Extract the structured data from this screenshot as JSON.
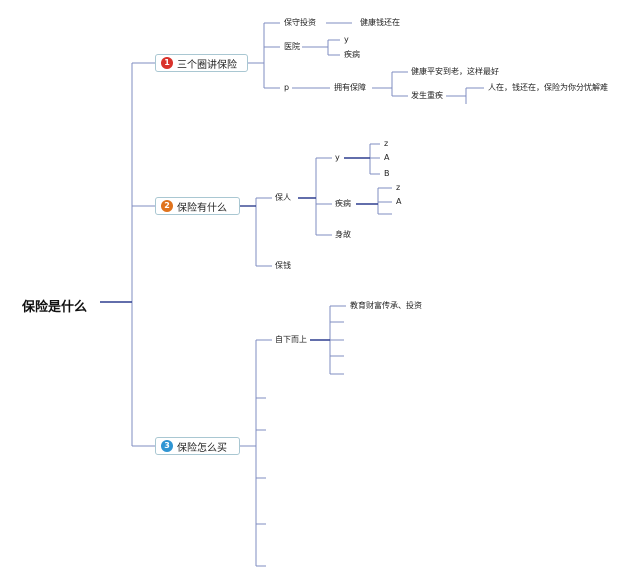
{
  "root": {
    "label": "保险是什么"
  },
  "colors": {
    "line": "#7f8cc2",
    "badge1": "#d9322b",
    "badge2": "#e0731d",
    "badge3": "#2f95d3"
  },
  "sections": [
    {
      "number": "1",
      "label": "三个圈讲保险"
    },
    {
      "number": "2",
      "label": "保险有什么"
    },
    {
      "number": "3",
      "label": "保险怎么买"
    }
  ],
  "s1": {
    "invest": "保守投资",
    "invest_leaf": "健康钱还在",
    "medical": "医院",
    "medical_y": "y",
    "medical_illness": "疾病",
    "p": "p",
    "have": "拥有保障",
    "healthy": "健康平安到老，这样最好",
    "serious": "发生重疾",
    "serious_leaf": "人在，钱还在，保险为你分忧解难"
  },
  "s2": {
    "person": "保人",
    "y": "y",
    "y_children": [
      "z",
      "A",
      "B"
    ],
    "illness": "疾病",
    "illness_children": [
      "z",
      "A"
    ],
    "accident": "身故",
    "money": "保钱"
  },
  "s3": {
    "bottom_up": "自下而上",
    "first_leaf": "教育财富传承、投资"
  }
}
